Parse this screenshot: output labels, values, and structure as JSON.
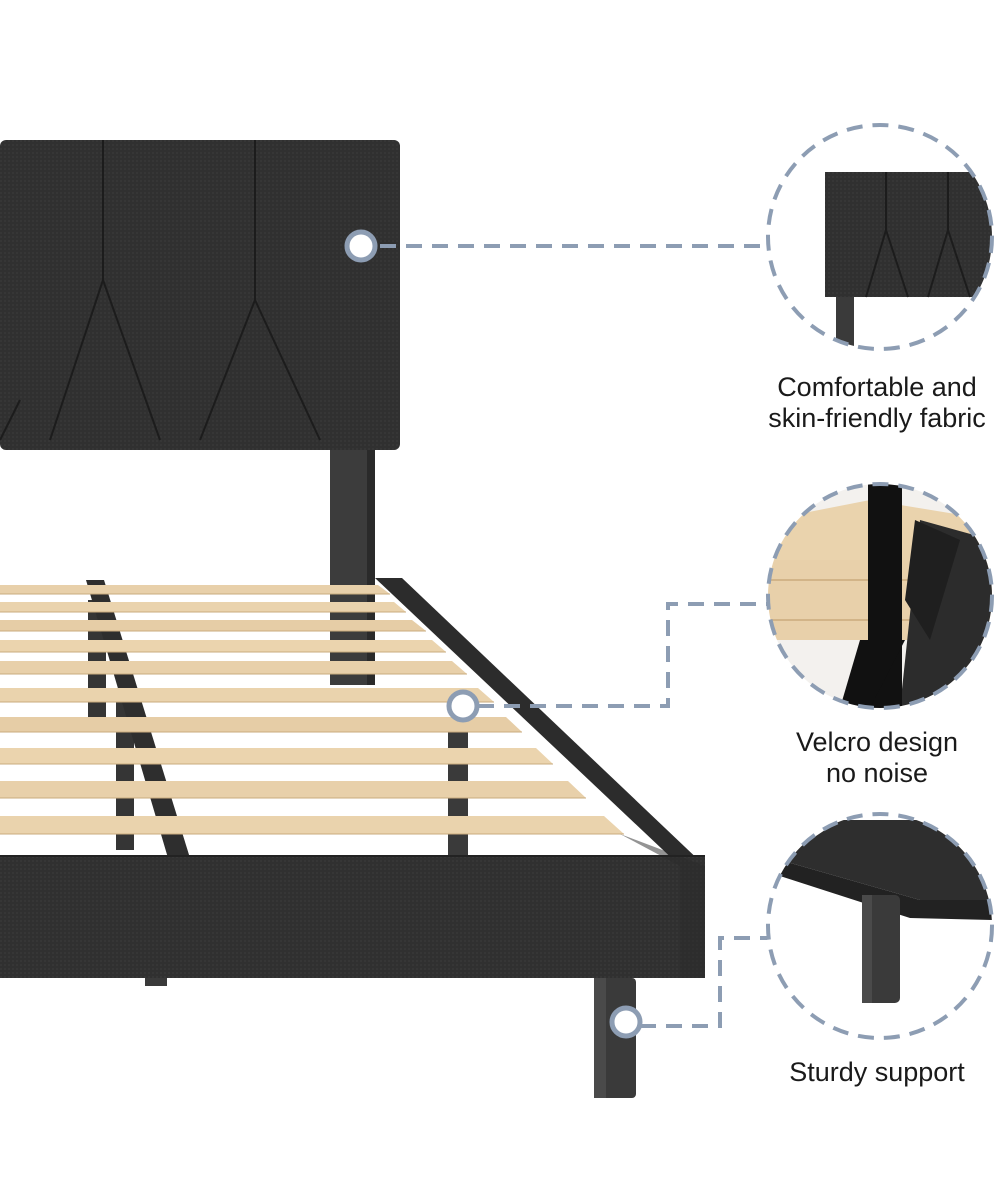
{
  "features": [
    {
      "id": "fabric",
      "lines": [
        "Comfortable and",
        "skin-friendly fabric"
      ],
      "icon": "headboard-detail"
    },
    {
      "id": "velcro",
      "lines": [
        "Velcro design",
        "no noise"
      ],
      "icon": "velcro-strap-detail"
    },
    {
      "id": "support",
      "lines": [
        "Sturdy support"
      ],
      "icon": "leg-detail"
    }
  ],
  "colors": {
    "fabric": "#303030",
    "fabric_dark": "#222222",
    "slat": "#e8d0aa",
    "slat_edge": "#c9ab7d",
    "leg": "#3a3a3a",
    "callout": "#8d9db3",
    "background": "#ffffff"
  }
}
